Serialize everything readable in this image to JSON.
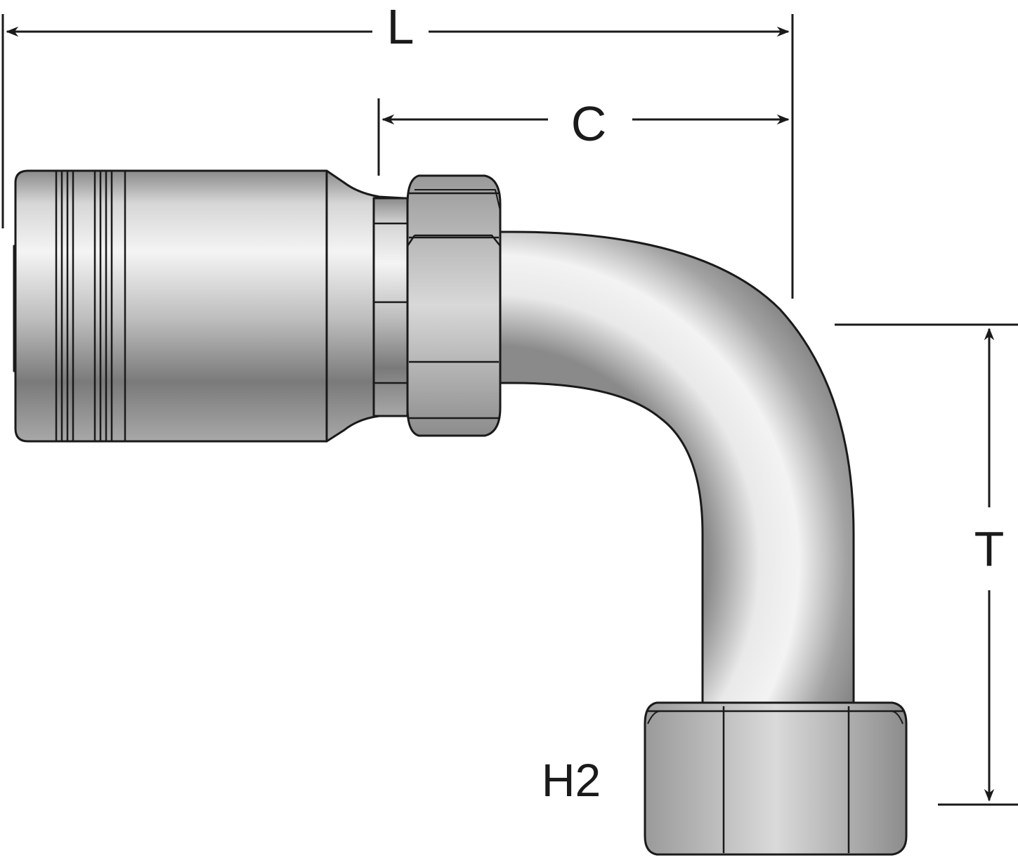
{
  "dimensions": {
    "length_label": "L",
    "center_label": "C",
    "tail_label": "T",
    "hex_label": "H2"
  },
  "colors": {
    "outline": "#1a1a1a",
    "steel_light": "#f2f2f2",
    "steel_mid": "#b9b9b9",
    "steel_dark": "#6e6e6e",
    "background": "#ffffff"
  }
}
